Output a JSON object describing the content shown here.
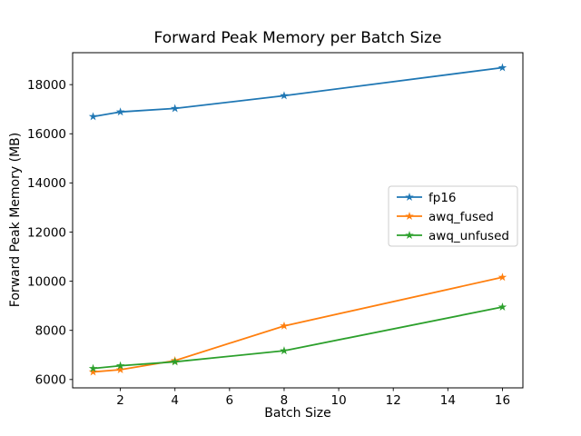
{
  "chart_data": {
    "type": "line",
    "title": "Forward Peak Memory per Batch Size",
    "xlabel": "Batch Size",
    "ylabel": "Forward Peak Memory (MB)",
    "x": [
      1,
      2,
      4,
      8,
      16
    ],
    "series": [
      {
        "name": "fp16",
        "color": "#1f77b4",
        "marker": "star",
        "values": [
          16700,
          16890,
          17030,
          17550,
          18690
        ]
      },
      {
        "name": "awq_fused",
        "color": "#ff7f0e",
        "marker": "star",
        "values": [
          6310,
          6400,
          6770,
          8180,
          10160
        ]
      },
      {
        "name": "awq_unfused",
        "color": "#2ca02c",
        "marker": "star",
        "values": [
          6450,
          6560,
          6720,
          7170,
          8950
        ]
      }
    ],
    "xticks": [
      2,
      4,
      6,
      8,
      10,
      12,
      14,
      16
    ],
    "yticks": [
      6000,
      8000,
      10000,
      12000,
      14000,
      16000,
      18000
    ],
    "xlim": [
      0.25,
      16.75
    ],
    "ylim": [
      5660,
      19300
    ],
    "grid": false,
    "legend": {
      "position": "center right",
      "entries": [
        "fp16",
        "awq_fused",
        "awq_unfused"
      ]
    }
  }
}
